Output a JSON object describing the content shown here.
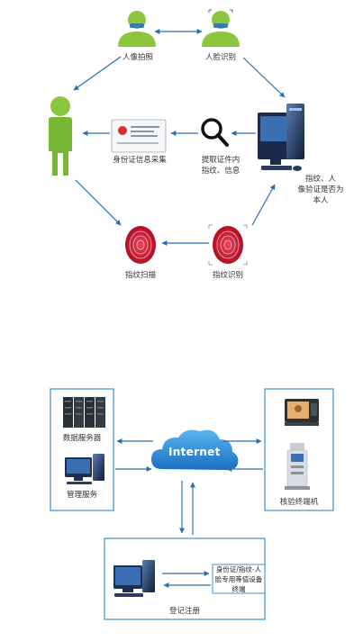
{
  "colors": {
    "arrow": "#2a6fb5",
    "border": "#3d8fd0",
    "person": "#8cc63f",
    "fingerprint": "#c8102e",
    "cloud": "#2b8fd8",
    "monitor": "#1d2f52"
  },
  "top": {
    "photo_label": "人像拍照",
    "face_label": "人脸识别",
    "idcard_label": "身份证信息采集",
    "extract_label": "提取证件内\n指纹、信息",
    "verify_label": "指纹、人\n像验证是否为\n本人",
    "fp_scan_label": "指纹扫描",
    "fp_recog_label": "指纹识别"
  },
  "bottom": {
    "data_server_label": "数据服务器",
    "mgmt_label": "管理服务",
    "internet_label": "Internet",
    "kiosk_label": "核验终端机",
    "register_label": "登记注册",
    "device_label": "身份证/指纹-人\n脸专用等值设备\n终端"
  },
  "icons": [
    "person-icon",
    "face-person-icon",
    "id-card-icon",
    "magnifier-icon",
    "computer-icon",
    "fingerprint-icon",
    "server-rack-icon",
    "workstation-icon",
    "video-phone-icon",
    "kiosk-icon",
    "cloud-icon"
  ]
}
